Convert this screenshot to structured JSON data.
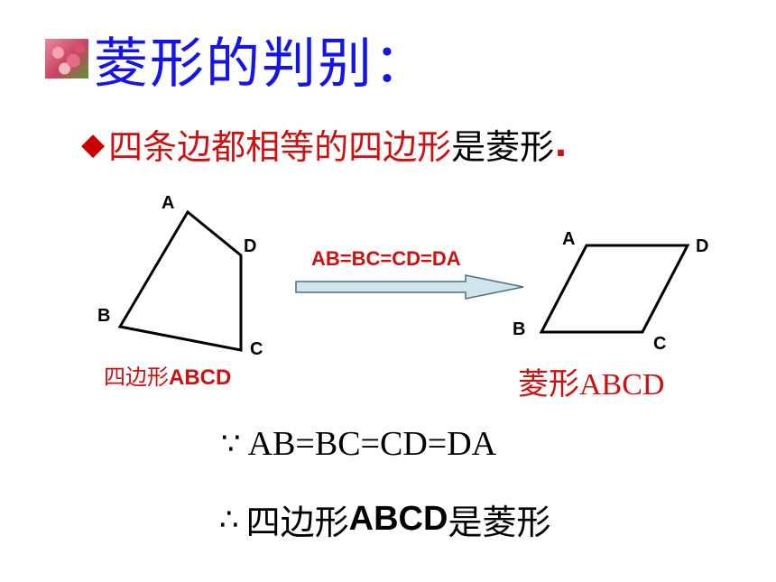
{
  "title": "菱形的判别：",
  "rule": {
    "bullet": "◆",
    "red_part": "四条边都相等的四边形",
    "black_part": "是菱形",
    "end": "."
  },
  "left_figure": {
    "labels": {
      "A": "A",
      "B": "B",
      "C": "C",
      "D": "D"
    },
    "caption_prefix": "四边形",
    "caption_bold": "ABCD"
  },
  "arrow": {
    "label": "AB=BC=CD=DA"
  },
  "right_figure": {
    "labels": {
      "A": "A",
      "B": "B",
      "C": "C",
      "D": "D"
    },
    "caption": "菱形ABCD"
  },
  "proof": {
    "because_symbol": "∵",
    "because_text": "AB=BC=CD=DA",
    "therefore_symbol": "∴",
    "therefore_prefix": "四边形",
    "therefore_bold": "ABCD",
    "therefore_suffix": "是菱形"
  },
  "colors": {
    "title": "#1515e6",
    "red": "#cc1111",
    "arrow_fill": "#cfe4ec"
  }
}
